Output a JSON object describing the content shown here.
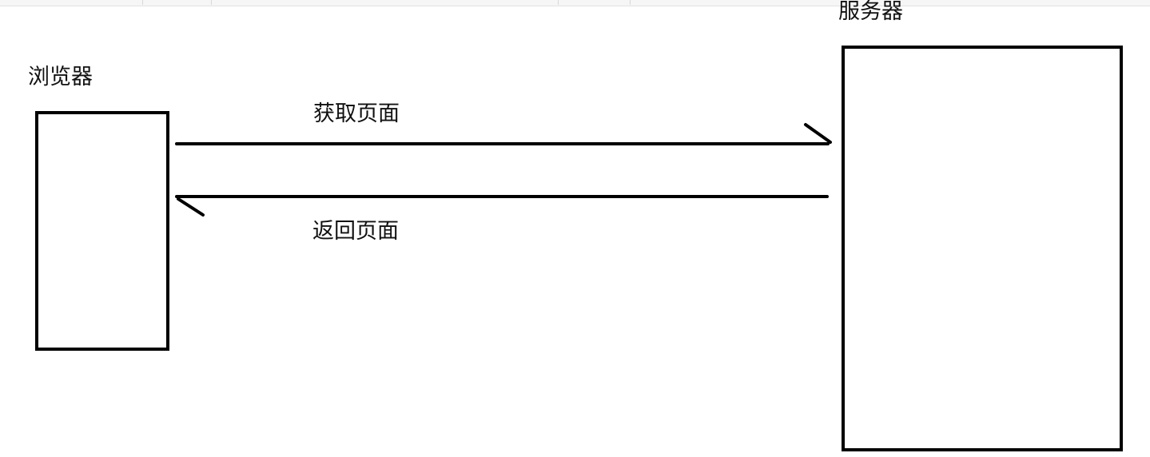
{
  "labels": {
    "browser": "浏览器",
    "server": "服务器",
    "request": "获取页面",
    "response": "返回页面"
  },
  "colors": {
    "stroke": "#000000",
    "text": "#111111",
    "background": "#ffffff"
  }
}
